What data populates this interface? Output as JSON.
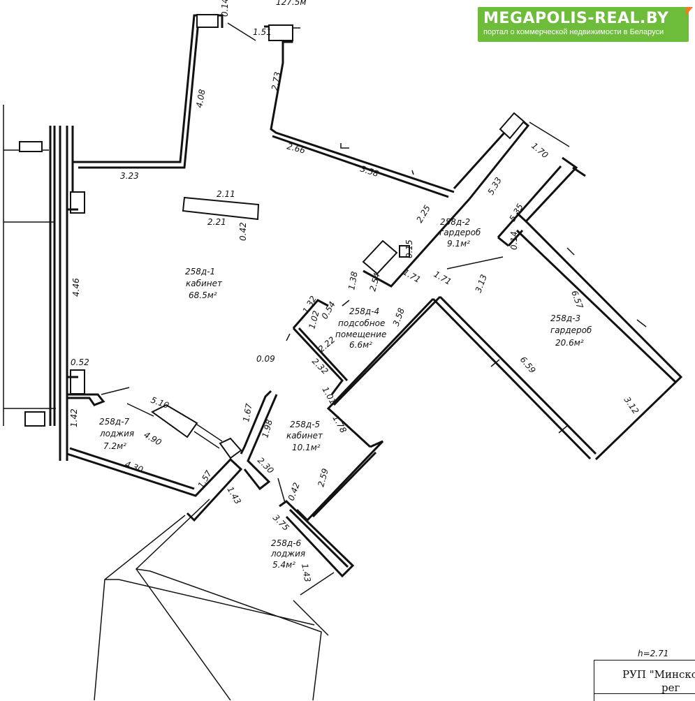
{
  "logo": {
    "title": "MEGAPOLIS-REAL.BY",
    "subtitle": "портал о коммерческой недвижимости в Беларуси"
  },
  "plan": {
    "top_cut_label": "127.5м",
    "height_label": "h=2.71",
    "stamp_line1": "РУП \"Минско",
    "stamp_line2": "рег",
    "rooms": [
      {
        "id": "258д-1",
        "name": "кабинет",
        "area": "68.5м²"
      },
      {
        "id": "258д-2",
        "name": "гардероб",
        "area": "9.1м²"
      },
      {
        "id": "258д-3",
        "name": "гардероб",
        "area": "20.6м²"
      },
      {
        "id": "258д-4",
        "name": "подсобное",
        "name2": "помещение",
        "area": "6.6м²"
      },
      {
        "id": "258д-5",
        "name": "кабинет",
        "area": "10.1м²"
      },
      {
        "id": "258д-6",
        "name": "лоджия",
        "area": "5.4м²"
      },
      {
        "id": "258д-7",
        "name": "лоджия",
        "area": "7.2м²"
      }
    ],
    "dimensions": [
      "0.14",
      "1.51",
      "4.08",
      "2.73",
      "2.66",
      "3.58",
      "3.23",
      "2.11",
      "2.21",
      "0.42",
      "5.33",
      "1.70",
      "2.25",
      "5.35",
      "0.14",
      "0.15",
      "1.38",
      "2.54",
      "1.71",
      "1.71",
      "3.13",
      "6.57",
      "4.46",
      "1.32",
      "0.54",
      "1.02",
      "3.58",
      "2.22",
      "0.09",
      "2.32",
      "1.01",
      "6.59",
      "0.52",
      "1.67",
      "1.98",
      "1.78",
      "3.12",
      "5.10",
      "4.90",
      "1.42",
      "4.30",
      "2.30",
      "1.57",
      "1.43",
      "0.42",
      "2.59",
      "3.75",
      "1.43"
    ]
  }
}
